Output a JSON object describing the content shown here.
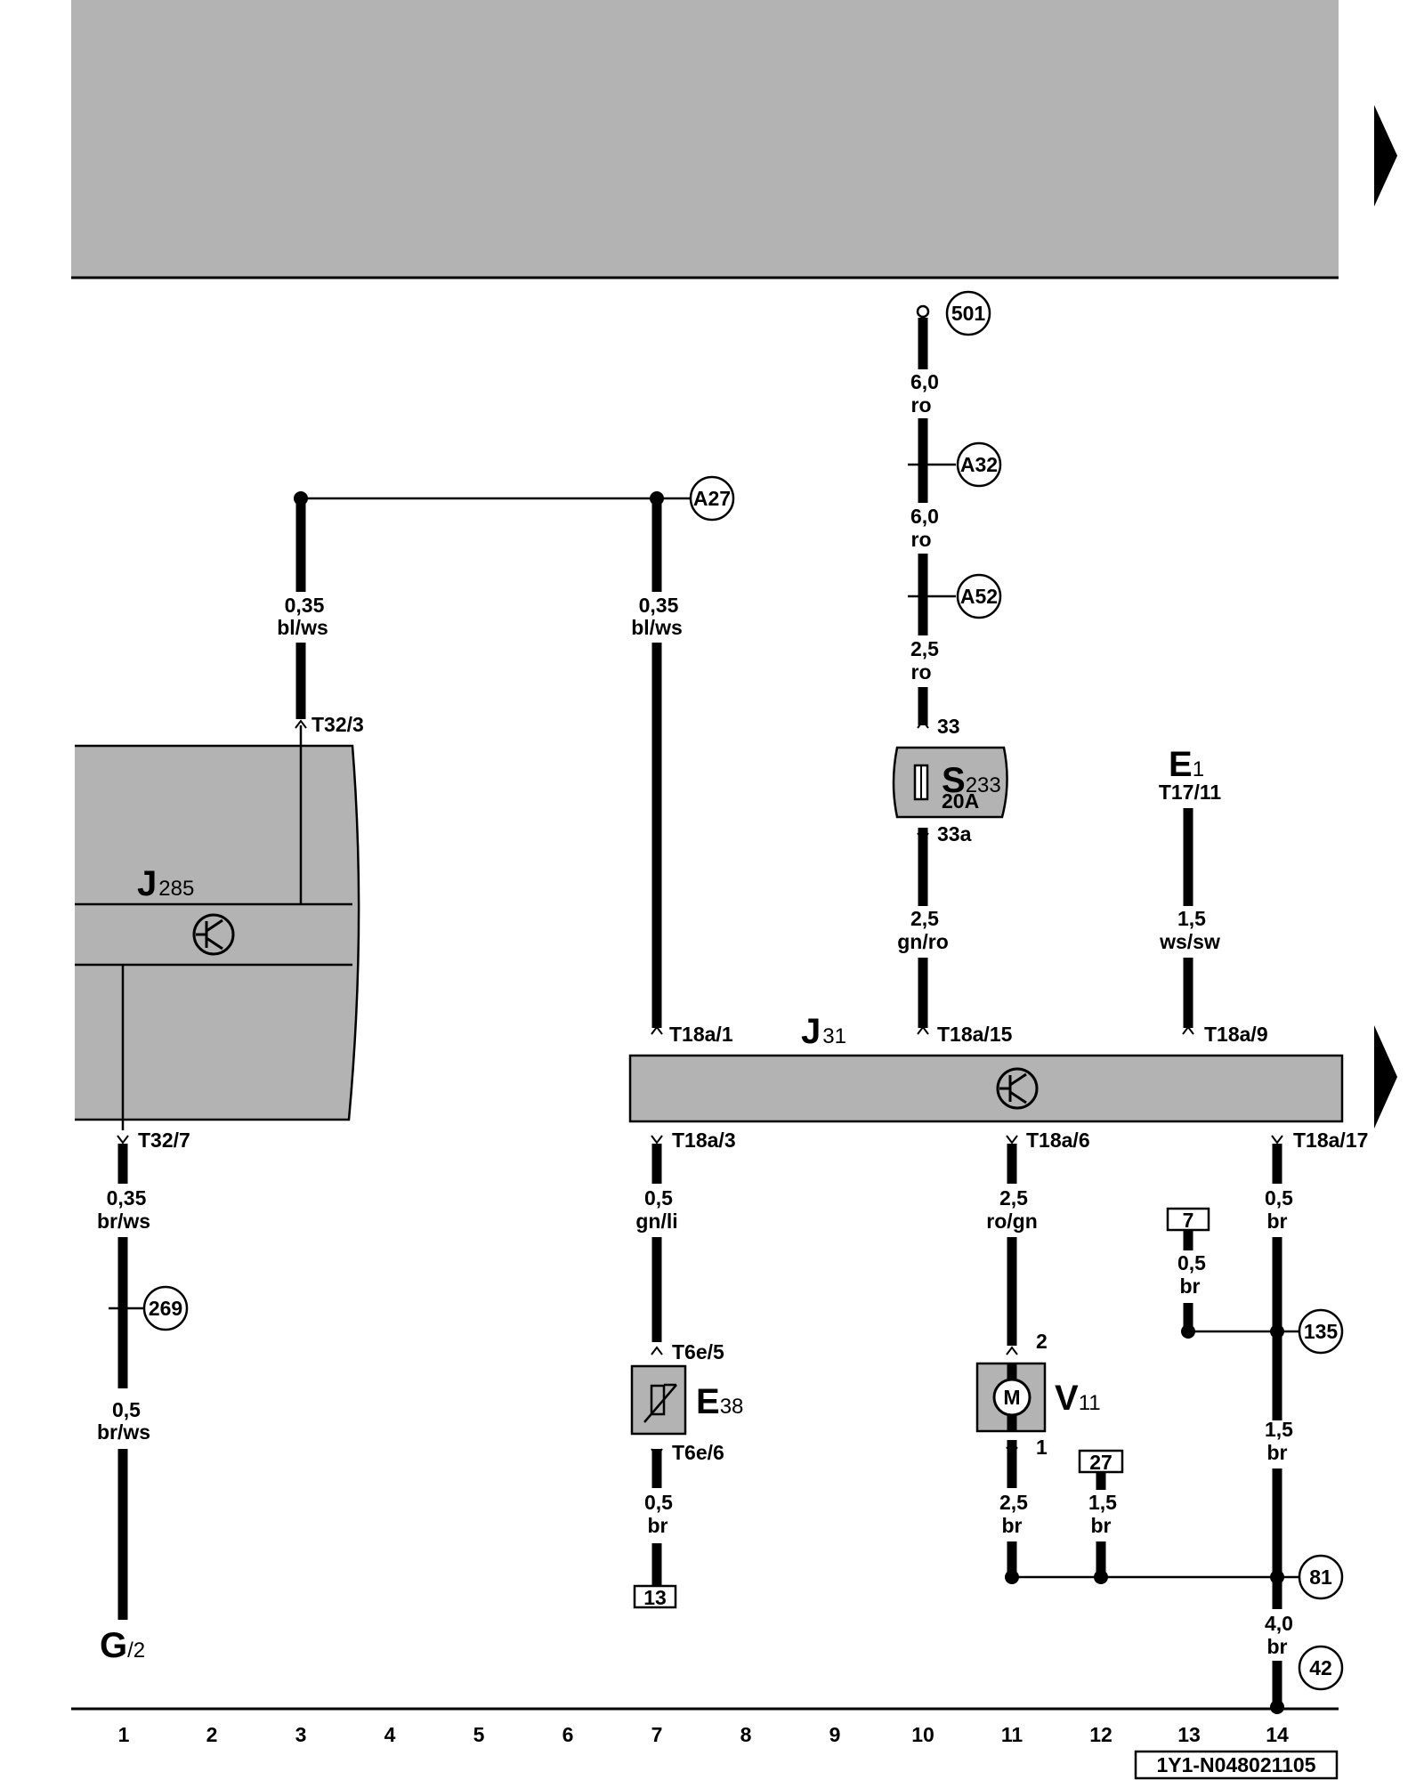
{
  "diagram": {
    "grid_numbers": [
      "1",
      "2",
      "3",
      "4",
      "5",
      "6",
      "7",
      "8",
      "9",
      "10",
      "11",
      "12",
      "13",
      "14"
    ],
    "doc_code": "1Y1-N048021105",
    "components": {
      "j285": {
        "letter": "J",
        "num": "285"
      },
      "j31": {
        "letter": "J",
        "num": "31"
      },
      "s233": {
        "letter": "S",
        "num": "233",
        "rating": "20A"
      },
      "e1": {
        "letter": "E",
        "num": "1",
        "pin": "T17/11"
      },
      "e38": {
        "letter": "E",
        "num": "38"
      },
      "v11": {
        "letter": "V",
        "num": "11",
        "motor": "M"
      },
      "g2": {
        "letter": "G",
        "num": "/2"
      }
    },
    "connection_refs": [
      "501",
      "A32",
      "A52",
      "A27",
      "269",
      "135",
      "81",
      "42"
    ],
    "ground_boxes": [
      "7",
      "27",
      "13"
    ],
    "pins": {
      "t32_3": "T32/3",
      "t32_7": "T32/7",
      "t18a_1": "T18a/1",
      "t18a_15": "T18a/15",
      "t18a_9": "T18a/9",
      "t18a_3": "T18a/3",
      "t18a_6": "T18a/6",
      "t18a_17": "T18a/17",
      "t6e_5": "T6e/5",
      "t6e_6": "T6e/6",
      "fuse_in": "33",
      "fuse_out": "33a",
      "v11_pin2": "2",
      "v11_pin1": "1"
    },
    "wires": {
      "w501": {
        "size": "6,0",
        "color": "ro"
      },
      "wA32": {
        "size": "6,0",
        "color": "ro"
      },
      "wA52": {
        "size": "2,5",
        "color": "ro"
      },
      "wS233": {
        "size": "2,5",
        "color": "gn/ro"
      },
      "wE1": {
        "size": "1,5",
        "color": "ws/sw"
      },
      "wA27left": {
        "size": "0,35",
        "color": "bl/ws"
      },
      "wA27right": {
        "size": "0,35",
        "color": "bl/ws"
      },
      "wT32_7": {
        "size": "0,35",
        "color": "br/ws"
      },
      "w269": {
        "size": "0,5",
        "color": "br/ws"
      },
      "wT18a_3": {
        "size": "0,5",
        "color": "gn/li"
      },
      "wE38gnd": {
        "size": "0,5",
        "color": "br"
      },
      "wT18a_6": {
        "size": "2,5",
        "color": "ro/gn"
      },
      "wV11gnd": {
        "size": "2,5",
        "color": "br"
      },
      "w27": {
        "size": "1,5",
        "color": "br"
      },
      "wT18a_17": {
        "size": "0,5",
        "color": "br"
      },
      "w7": {
        "size": "0,5",
        "color": "br"
      },
      "w135": {
        "size": "1,5",
        "color": "br"
      },
      "w81": {
        "size": "4,0",
        "color": "br"
      }
    }
  }
}
